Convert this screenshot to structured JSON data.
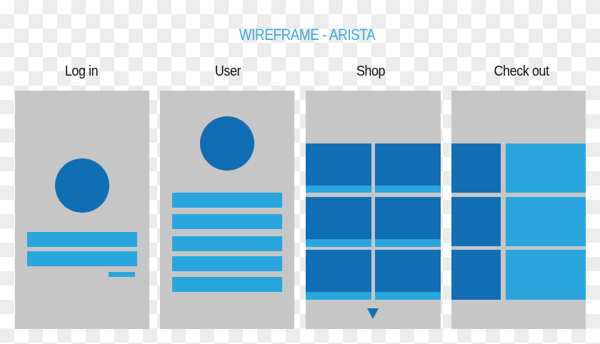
{
  "title": "WIREFRAME - ARISTA",
  "colors": {
    "title": "#36a9e1",
    "panel": "#c6c6c6",
    "primary_dark": "#106eb4",
    "primary_light": "#2aa6df",
    "label": "#111111"
  },
  "screens": [
    {
      "id": "login",
      "label": "Log in",
      "elements": [
        "avatar-circle",
        "input-field",
        "input-field",
        "submit-button"
      ]
    },
    {
      "id": "user",
      "label": "User",
      "elements": [
        "avatar-circle",
        "list-item",
        "list-item",
        "list-item",
        "list-item",
        "list-item"
      ]
    },
    {
      "id": "shop",
      "label": "Shop",
      "elements": [
        "product-tile x6",
        "scroll-down-arrow"
      ]
    },
    {
      "id": "checkout",
      "label": "Check out",
      "elements": [
        "item-thumbnail x3",
        "item-detail x3"
      ]
    }
  ]
}
